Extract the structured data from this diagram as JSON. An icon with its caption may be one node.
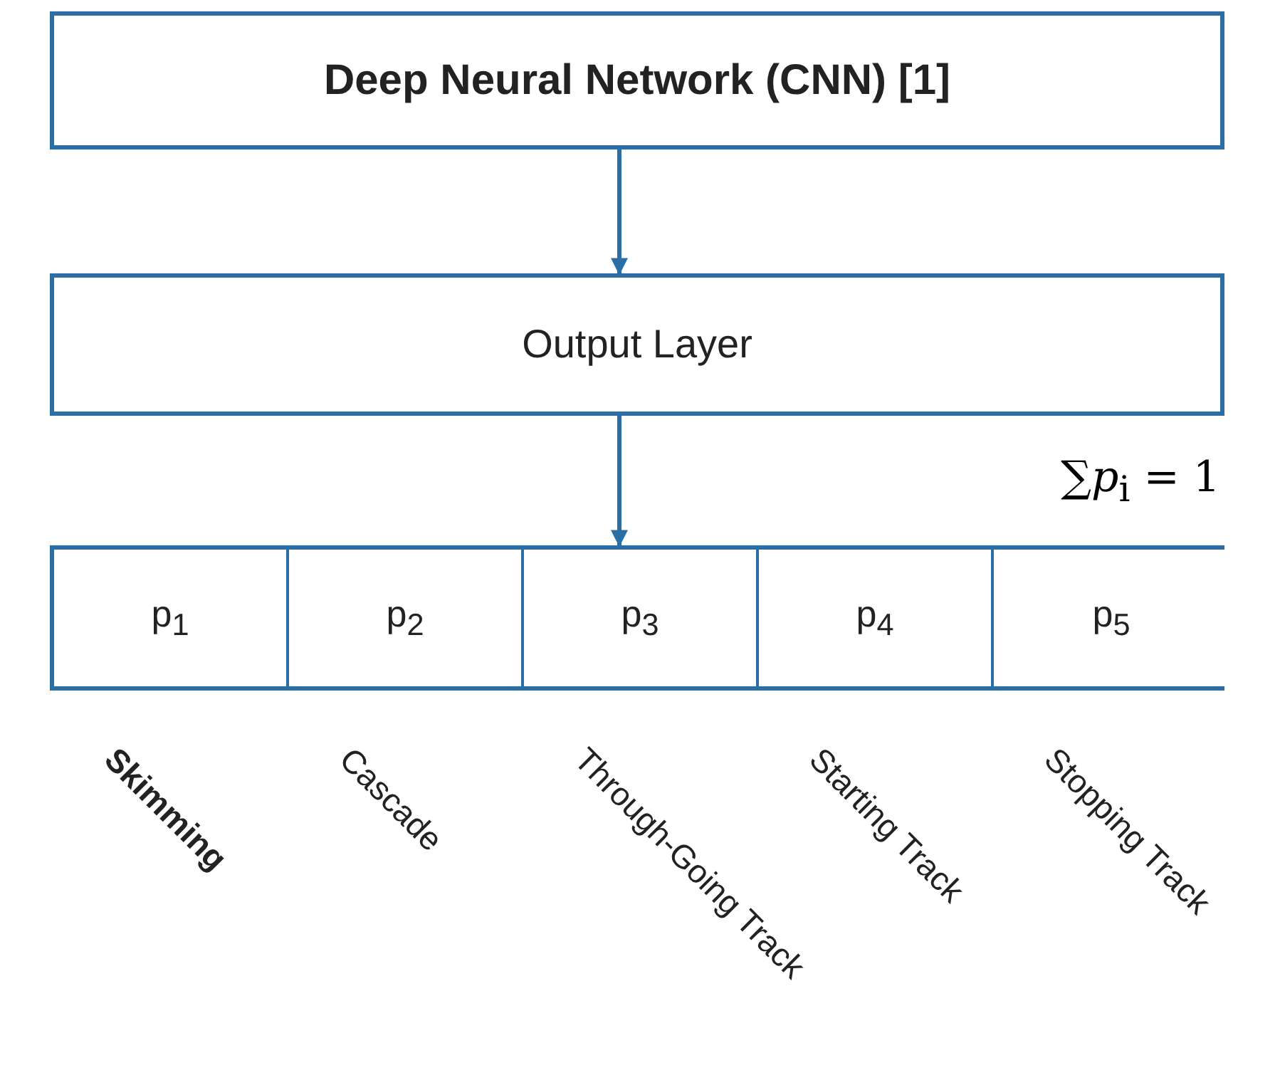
{
  "diagram": {
    "nodes": [
      {
        "text": [
          "Deep Neural Network (CNN) [1]"
        ]
      },
      {
        "text": [
          "Output Layer"
        ]
      },
      {
        "text": [],
        "shape": "box"
      },
      {
        "text": [
          "p$_{1}$"
        ],
        "in": 2
      },
      {
        "text": [
          "p$_{2}$"
        ],
        "in": 2
      },
      {
        "text": [
          "p$_{3}$"
        ],
        "in": 2
      },
      {
        "text": [
          "p$_{4}$"
        ],
        "in": 2
      },
      {
        "text": [
          "p$_{5}$"
        ],
        "in": 2
      }
    ],
    "edges": [
      {
        "from": 0,
        "to": 1,
        "arrow": "to"
      },
      {
        "from": 1,
        "to": 2,
        "arrow": "to"
      }
    ],
    "labels": [
      "∑*p*$_{i}$ = 1",
      "Skimming",
      "Cascade",
      "Through-Going Track",
      "Starting Track",
      "Stopping Track"
    ]
  }
}
